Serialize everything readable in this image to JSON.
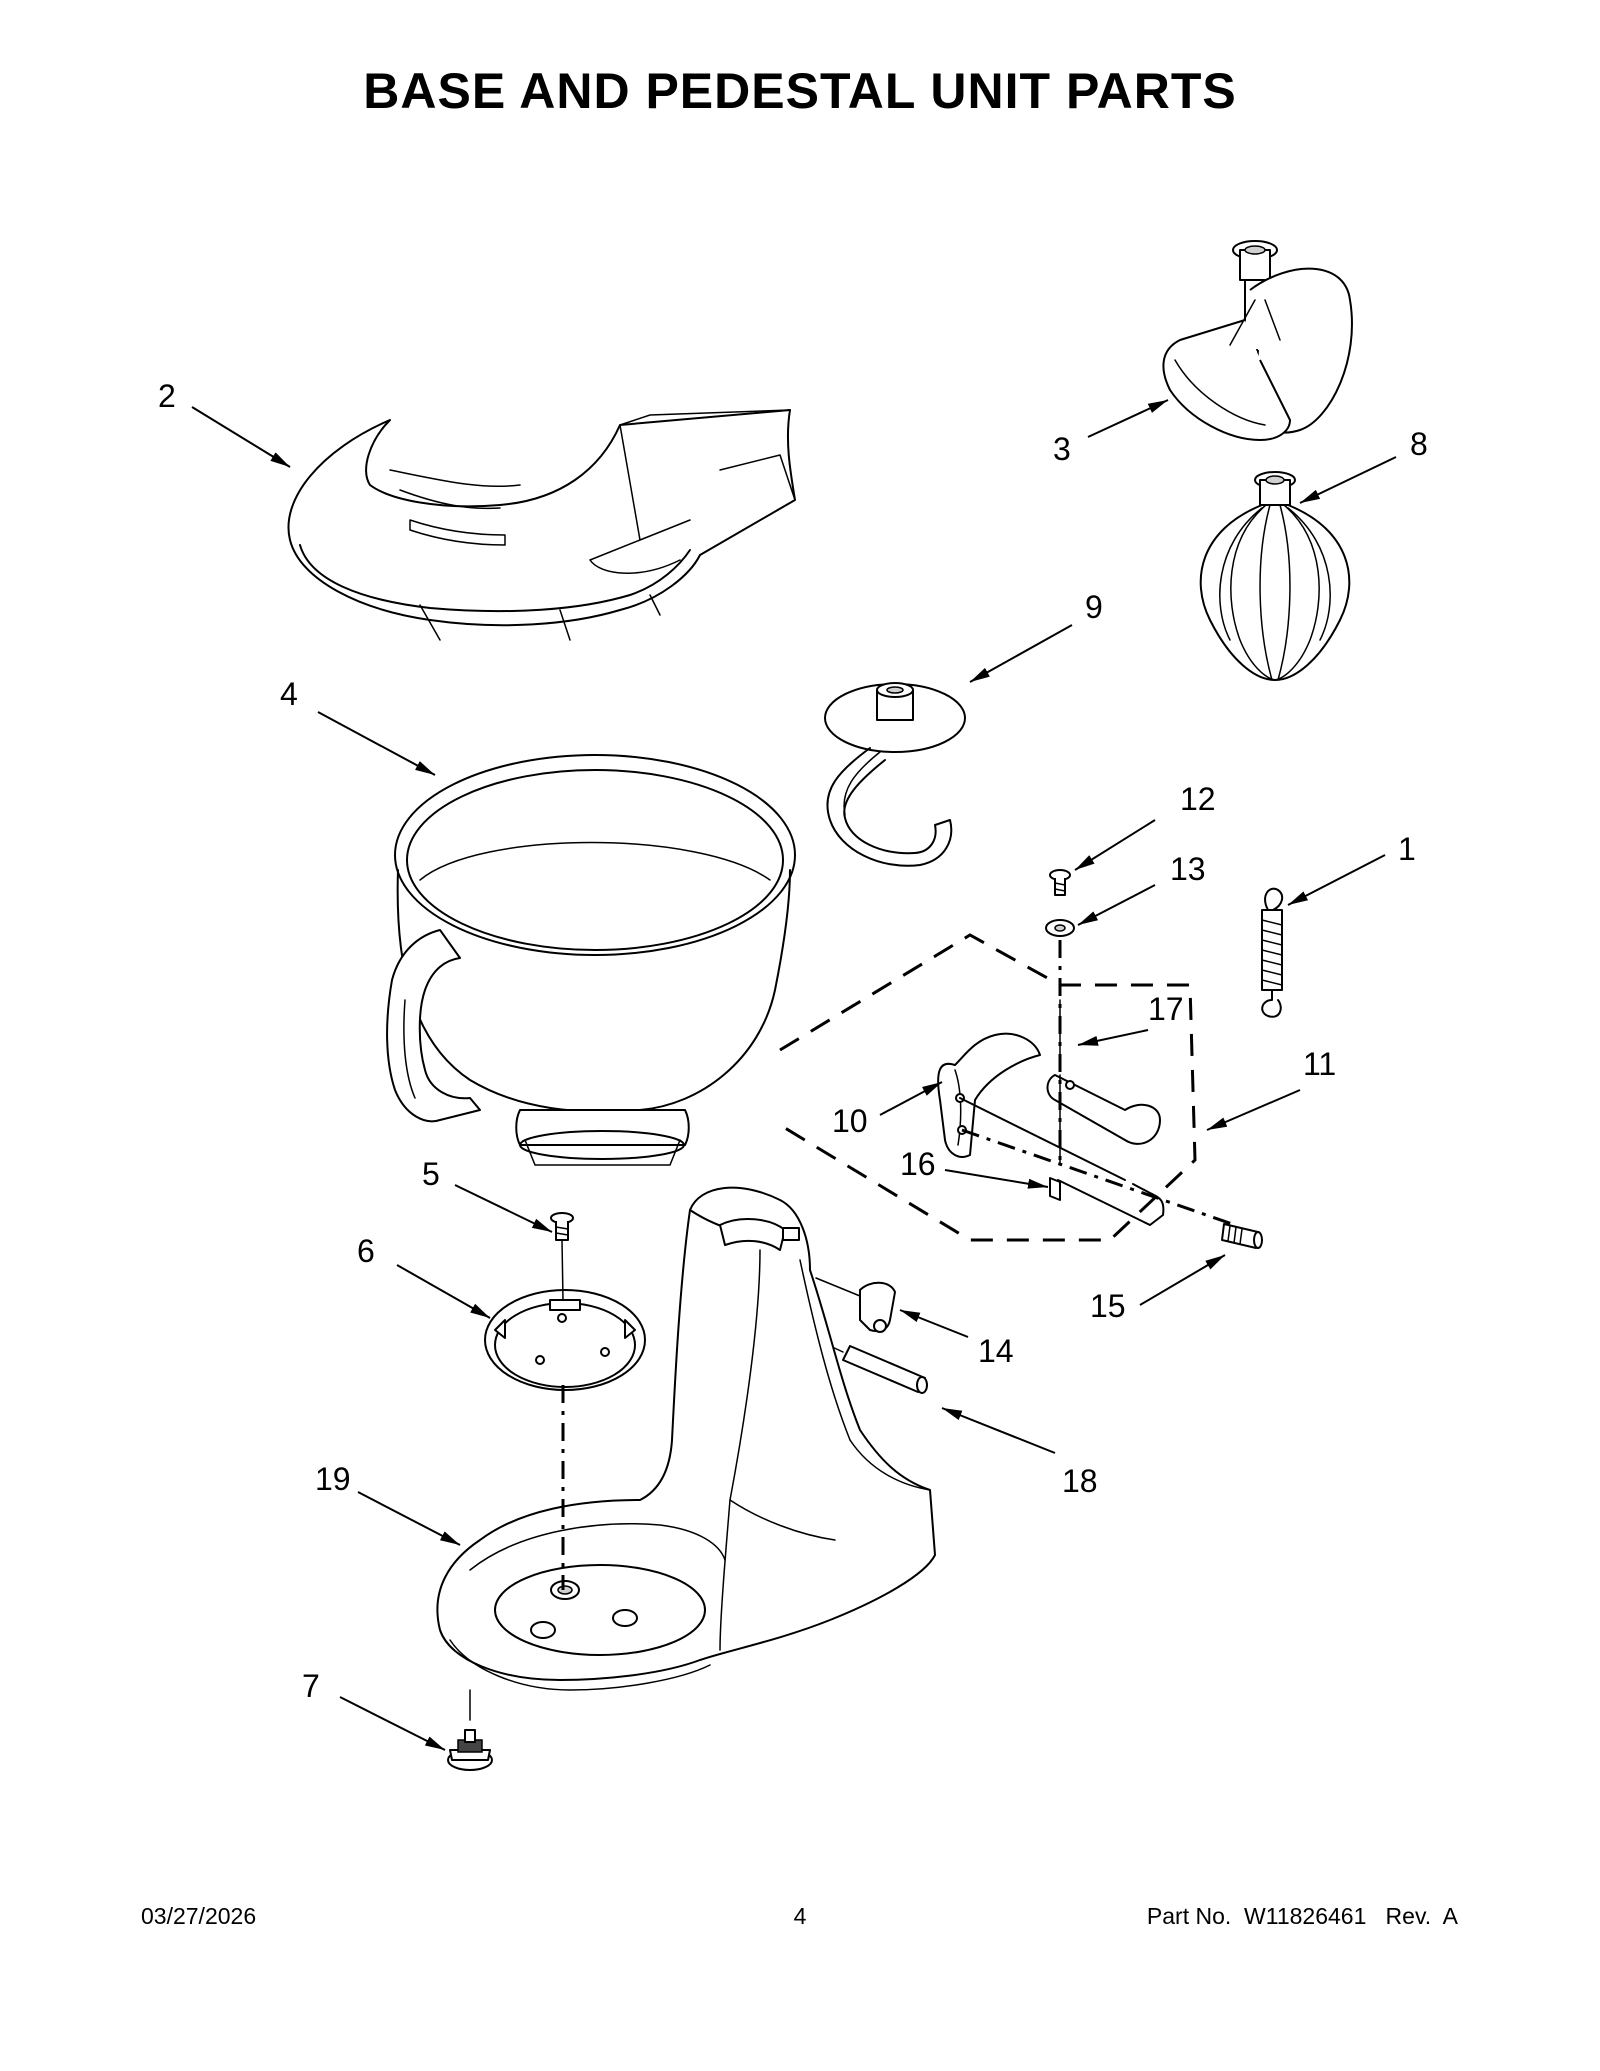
{
  "page_title": "BASE AND PEDESTAL UNIT PARTS",
  "callouts": [
    "1",
    "2",
    "3",
    "4",
    "5",
    "6",
    "7",
    "8",
    "9",
    "10",
    "11",
    "12",
    "13",
    "14",
    "15",
    "16",
    "17",
    "18",
    "19"
  ],
  "footer": {
    "date": "03/27/2026",
    "page_number": "4",
    "part_number": "Part No.  W11826461   Rev.  A"
  }
}
